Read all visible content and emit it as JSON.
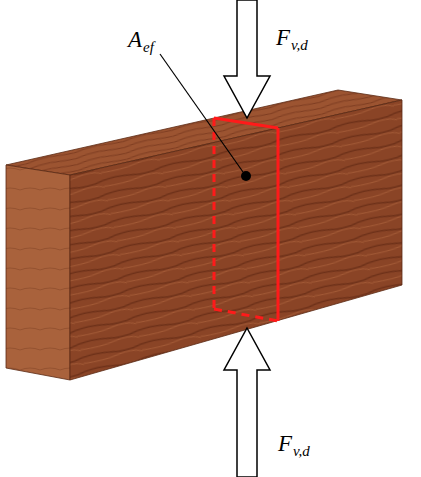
{
  "diagram": {
    "labels": [
      "F",
      "v,d",
      "A",
      "ef",
      "F",
      "v,d"
    ]
  }
}
